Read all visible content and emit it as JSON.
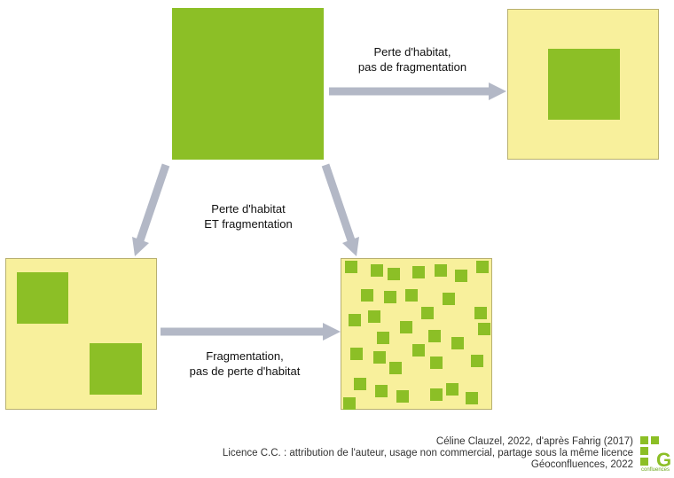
{
  "labels": {
    "top_arrow": [
      "Perte d'habitat,",
      "pas de fragmentation"
    ],
    "middle": [
      "Perte d'habitat",
      "ET fragmentation"
    ],
    "bottom_arrow": [
      "Fragmentation,",
      "pas de perte d'habitat"
    ]
  },
  "credits": {
    "line1": "Céline Clauzel, 2022, d'après Fahrig (2017)",
    "line2": "Licence C.C. : attribution de l'auteur, usage non commercial, partage sous la même licence",
    "line3": "Géoconfluences, 2022"
  },
  "logo": {
    "letter": "G",
    "text": "confluences"
  },
  "colors": {
    "habitat_green": "#8cbf26",
    "matrix_yellow": "#f8f09c",
    "arrow_gray": "#b3b8c6"
  }
}
